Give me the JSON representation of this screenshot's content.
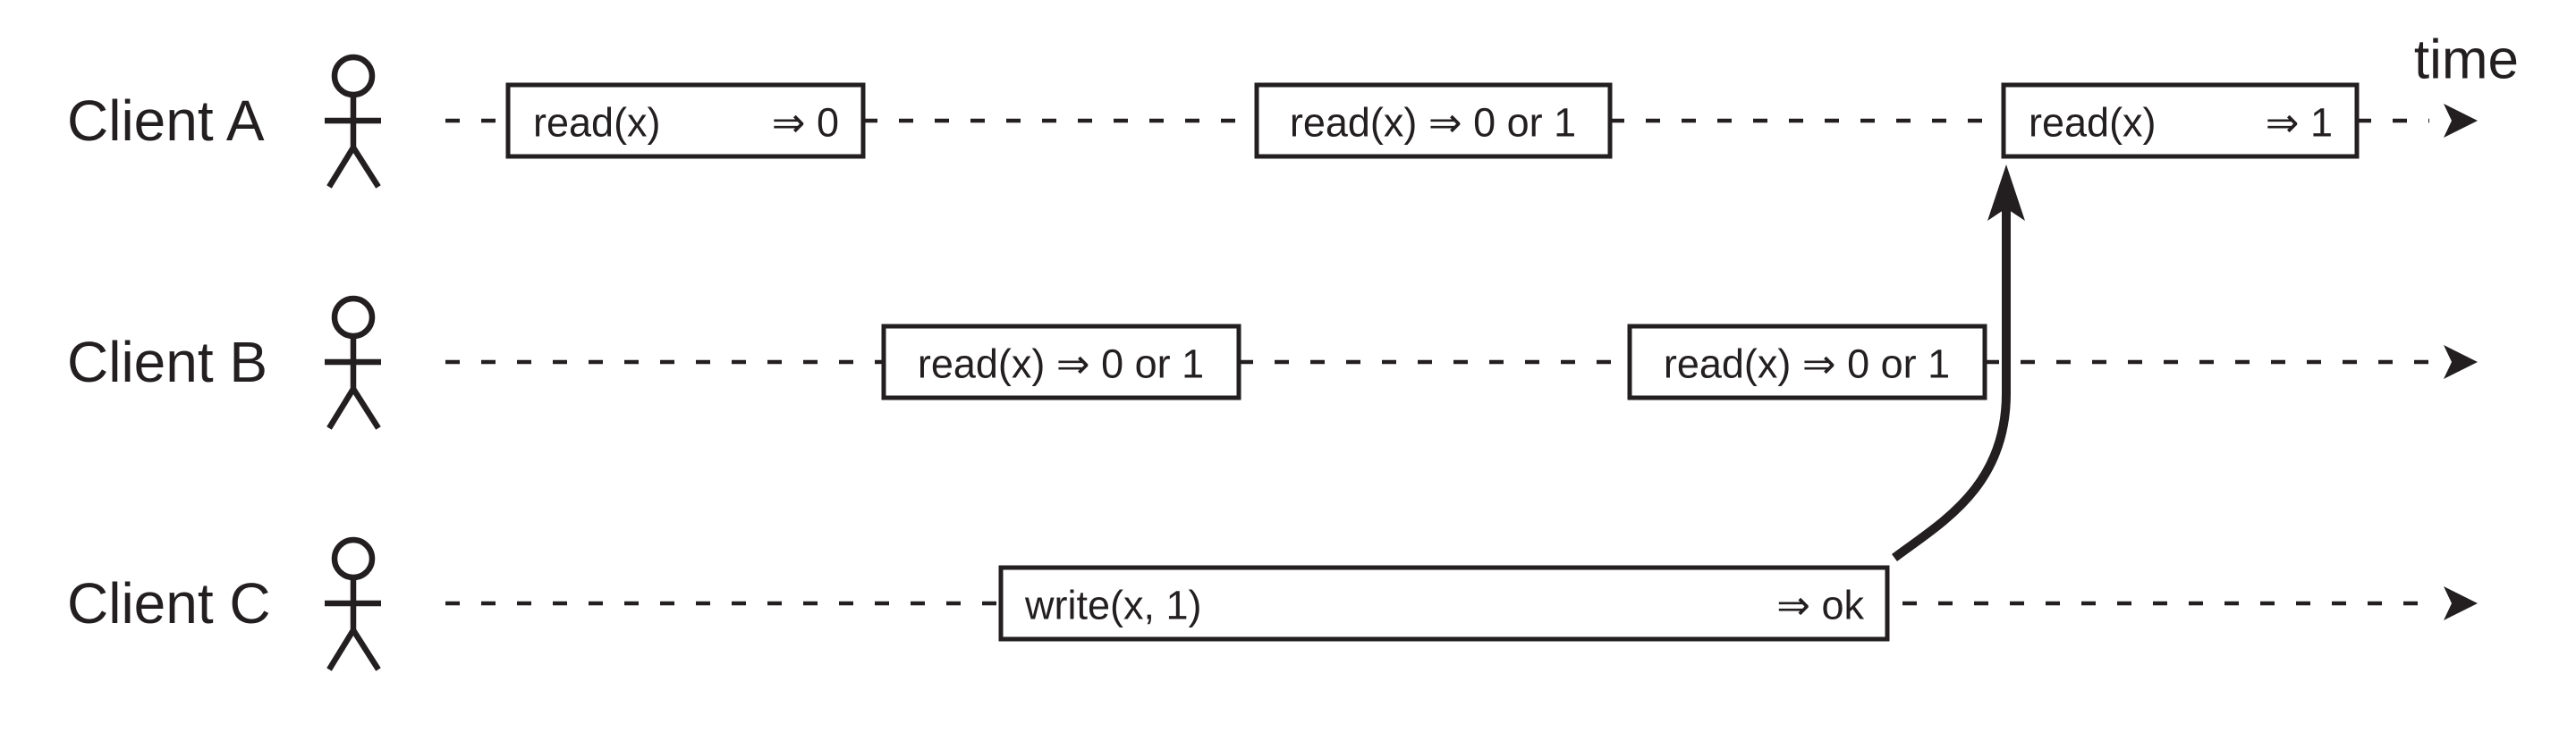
{
  "diagram": {
    "background": "#ffffff",
    "ink_color": "#231f20",
    "time_axis_label": "time",
    "icons": {
      "client": "person-stick-figure",
      "time_axis": "arrow-right",
      "dependency": "curved-arrow-up"
    },
    "rows": [
      {
        "label": "Client A",
        "operations": [
          {
            "call": "read(x)",
            "result": "⇒ 0"
          },
          {
            "text": "read(x) ⇒ 0 or 1"
          },
          {
            "call": "read(x)",
            "result": "⇒ 1"
          }
        ]
      },
      {
        "label": "Client B",
        "operations": [
          {
            "text": "read(x) ⇒ 0 or 1"
          },
          {
            "text": "read(x) ⇒ 0 or 1"
          }
        ]
      },
      {
        "label": "Client C",
        "operations": [
          {
            "call": "write(x, 1)",
            "result": "⇒ ok"
          }
        ]
      }
    ],
    "dependency_arrow": {
      "from": "write(x, 1) ⇒ ok",
      "to": "read(x) ⇒ 1"
    }
  }
}
